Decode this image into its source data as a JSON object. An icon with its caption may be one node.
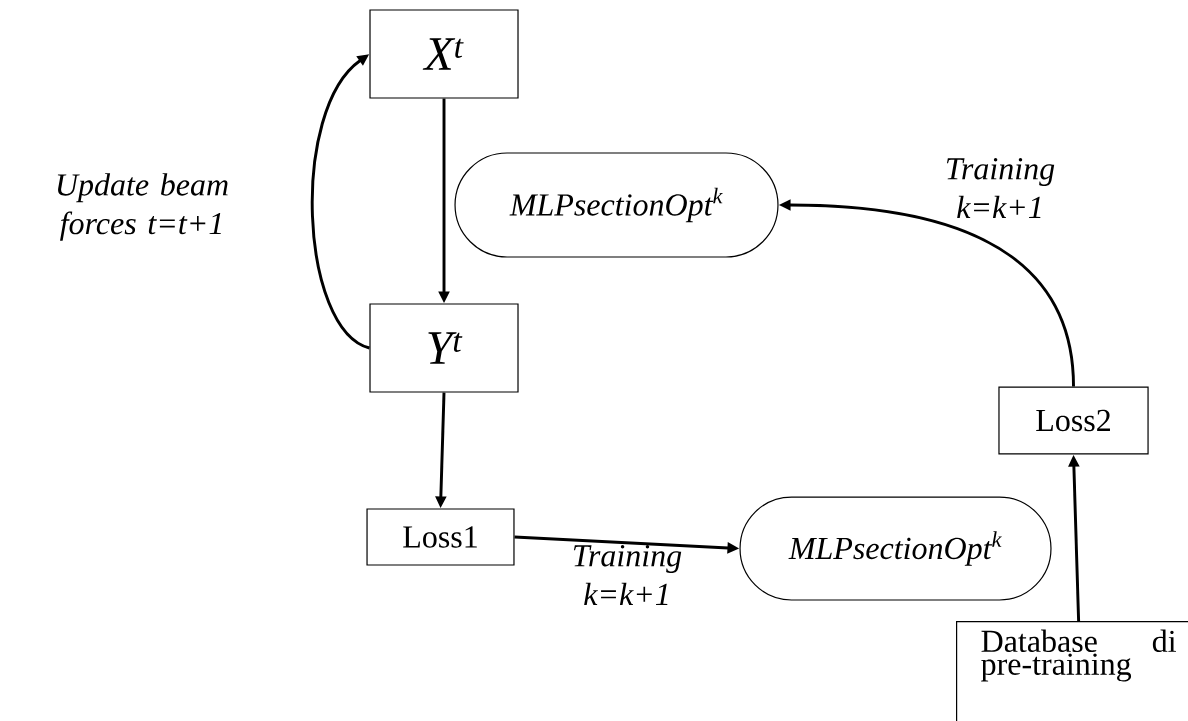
{
  "diagram": {
    "nodes": [
      {
        "text": [
          "X$^{t}$"
        ]
      },
      {
        "text": [
          "MLPsectionOpt$^{k}$"
        ]
      },
      {
        "text": [
          "Y$^{t}$"
        ]
      },
      {
        "text": [
          "Loss2"
        ]
      },
      {
        "text": [
          "Loss1"
        ]
      },
      {
        "text": [
          "MLPsectionOpt$^{k}$"
        ]
      },
      {
        "text": [
          "Database di pre-training"
        ]
      }
    ],
    "edges": [
      {
        "from": 0,
        "to": 2,
        "arrow": "to"
      },
      {
        "from": 2,
        "to": 0,
        "arrow": "to",
        "label": "Update beam forces t=t+1"
      },
      {
        "from": 2,
        "to": 4,
        "arrow": "to"
      },
      {
        "from": 4,
        "to": 5,
        "arrow": "to",
        "label": "Training k=k+1"
      },
      {
        "from": 6,
        "to": 3,
        "arrow": "to"
      },
      {
        "from": 3,
        "to": 1,
        "arrow": "to",
        "label": "Training k=k+1"
      }
    ]
  }
}
